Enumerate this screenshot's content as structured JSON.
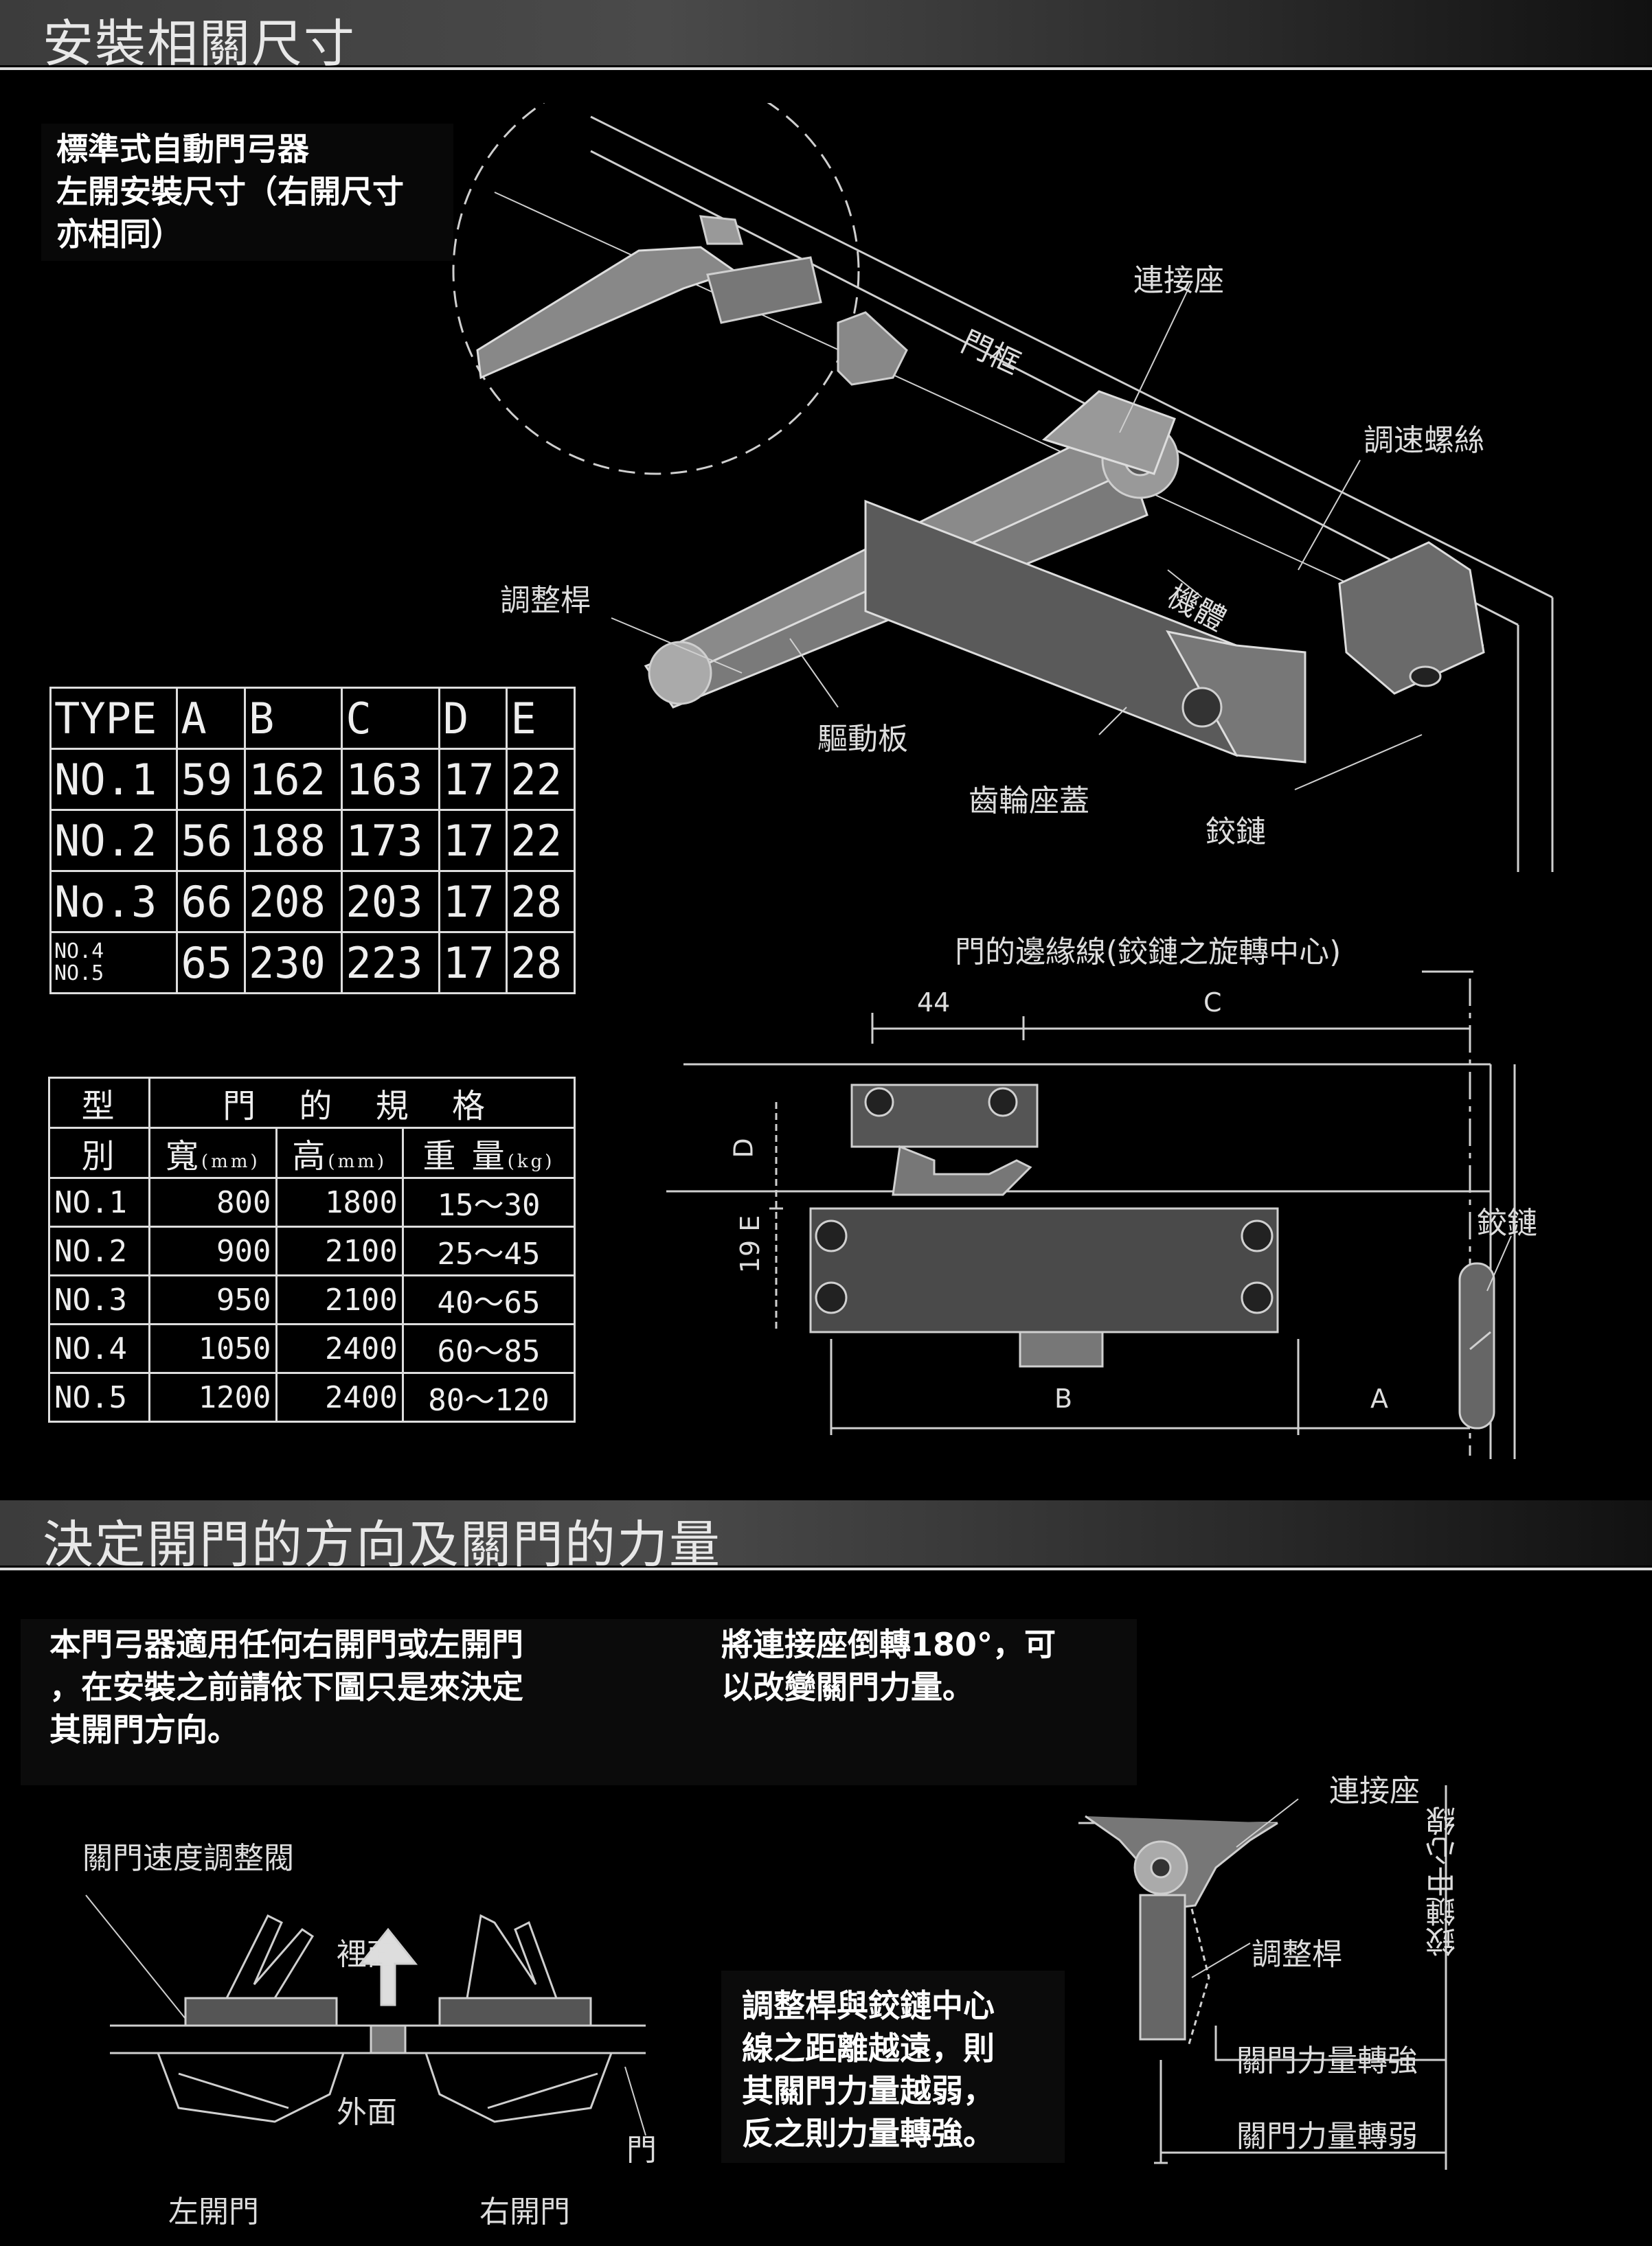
{
  "section1": {
    "title": "安裝相關尺寸"
  },
  "intro_note": "標準式自動門弓器\n左開安裝尺寸（右開尺寸\n亦相同）",
  "perspective_labels": {
    "connector": "連接座",
    "door_frame": "門框",
    "speed_screw": "調速螺絲",
    "adjust_arm": "調整桿",
    "body": "機體",
    "drive_plate": "驅動板",
    "gear_cover": "齒輪座蓋",
    "hinge": "鉸鏈"
  },
  "dimension_table": {
    "headers": [
      "TYPE",
      "A",
      "B",
      "C",
      "D",
      "E"
    ],
    "rows": [
      [
        "NO.1",
        "59",
        "162",
        "163",
        "17",
        "22"
      ],
      [
        "NO.2",
        "56",
        "188",
        "173",
        "17",
        "22"
      ],
      [
        "No.3",
        "66",
        "208",
        "203",
        "17",
        "28"
      ],
      [
        "NO.4\nNO.5",
        "65",
        "230",
        "223",
        "17",
        "28"
      ]
    ]
  },
  "spec_table": {
    "header_type_1": "型",
    "header_type_2": "別",
    "header_group": "門 的 規 格",
    "header_width": "寬",
    "header_width_unit": "(mm)",
    "header_height": "高",
    "header_height_unit": "(mm)",
    "header_weight": "重 量",
    "header_weight_unit": "(kg)",
    "rows": [
      [
        "NO.1",
        "800",
        "1800",
        "15～30"
      ],
      [
        "NO.2",
        "900",
        "2100",
        "25～45"
      ],
      [
        "NO.3",
        "950",
        "2100",
        "40～65"
      ],
      [
        "NO.4",
        "1050",
        "2400",
        "60～85"
      ],
      [
        "NO.5",
        "1200",
        "2400",
        "80～120"
      ]
    ]
  },
  "plan_labels": {
    "edge_line": "門的邊緣線(鉸鏈之旋轉中心)",
    "dim_44": "44",
    "dim_c": "C",
    "dim_d": "D",
    "dim_e": "19 E",
    "dim_b": "B",
    "dim_a": "A",
    "hinge": "鉸鏈"
  },
  "section2": {
    "title": "決定開門的方向及關門的力量"
  },
  "direction_note": "本門弓器適用任何右開門或左開門\n，在安裝之前請依下圖只是來決定\n其開門方向。",
  "force_note": "將連接座倒轉180°，可\n以改變關門力量。",
  "direction_labels": {
    "valve": "關門速度調整閥",
    "inside": "裡面",
    "outside": "外面",
    "door": "門",
    "left_open": "左開門",
    "right_open": "右開門"
  },
  "distance_note": "調整桿與鉸鏈中心\n線之距離越遠，則\n其關門力量越弱，\n反之則力量轉強。",
  "force_labels": {
    "connector": "連接座",
    "adjust_arm": "調整桿",
    "hinge_center": "鉸鏈中心線",
    "stronger": "關門力量轉強",
    "weaker": "關門力量轉弱"
  }
}
